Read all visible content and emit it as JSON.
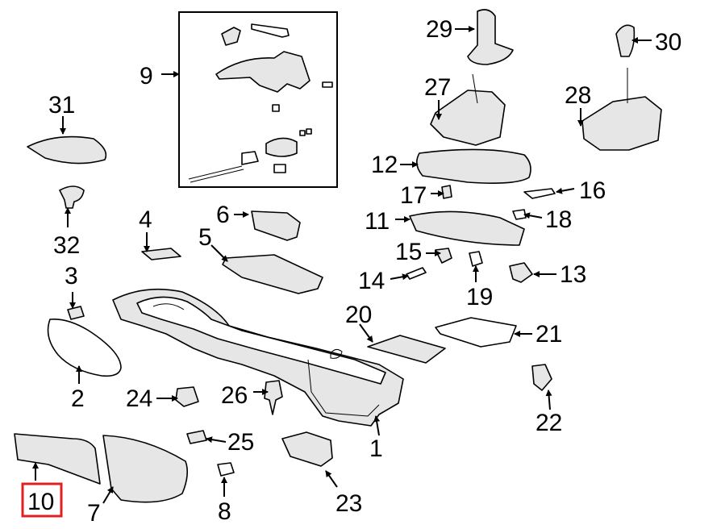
{
  "labels": {
    "p1": "1",
    "p2": "2",
    "p3": "3",
    "p4": "4",
    "p5": "5",
    "p6": "6",
    "p7": "7",
    "p8": "8",
    "p9": "9",
    "p10": "10",
    "p11": "11",
    "p12": "12",
    "p13": "13",
    "p14": "14",
    "p15": "15",
    "p16": "16",
    "p17": "17",
    "p18": "18",
    "p19": "19",
    "p20": "20",
    "p21": "21",
    "p22": "22",
    "p23": "23",
    "p24": "24",
    "p25": "25",
    "p26": "26",
    "p27": "27",
    "p28": "28",
    "p29": "29",
    "p30": "30",
    "p31": "31",
    "p32": "32"
  },
  "highlight": {
    "label": "p10",
    "color": "#e02020"
  }
}
